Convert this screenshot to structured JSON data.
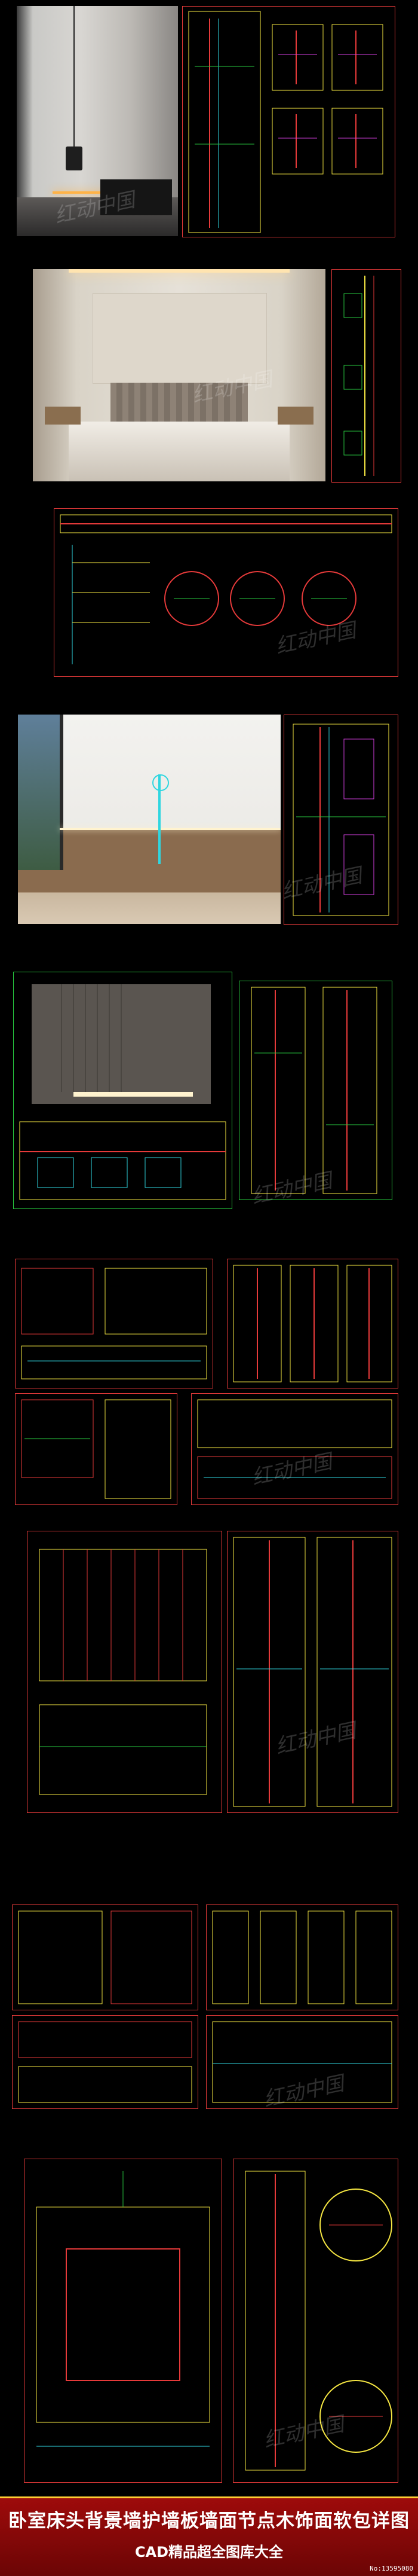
{
  "footer": {
    "title": "卧室床头背景墙护墙板墙面节点木饰面软包详图",
    "subtitle": "CAD精品超全图库大全",
    "number": "No:13595080"
  },
  "watermark": "红动中国",
  "colors": {
    "background": "#000000",
    "cad_red": "#e63a3a",
    "cad_yellow": "#f5e642",
    "cad_green": "#27c93f",
    "cad_cyan": "#2fd6e0",
    "cad_magenta": "#d43fe0",
    "footer_red": "#9e0b0b",
    "footer_border": "#ffcf33"
  }
}
